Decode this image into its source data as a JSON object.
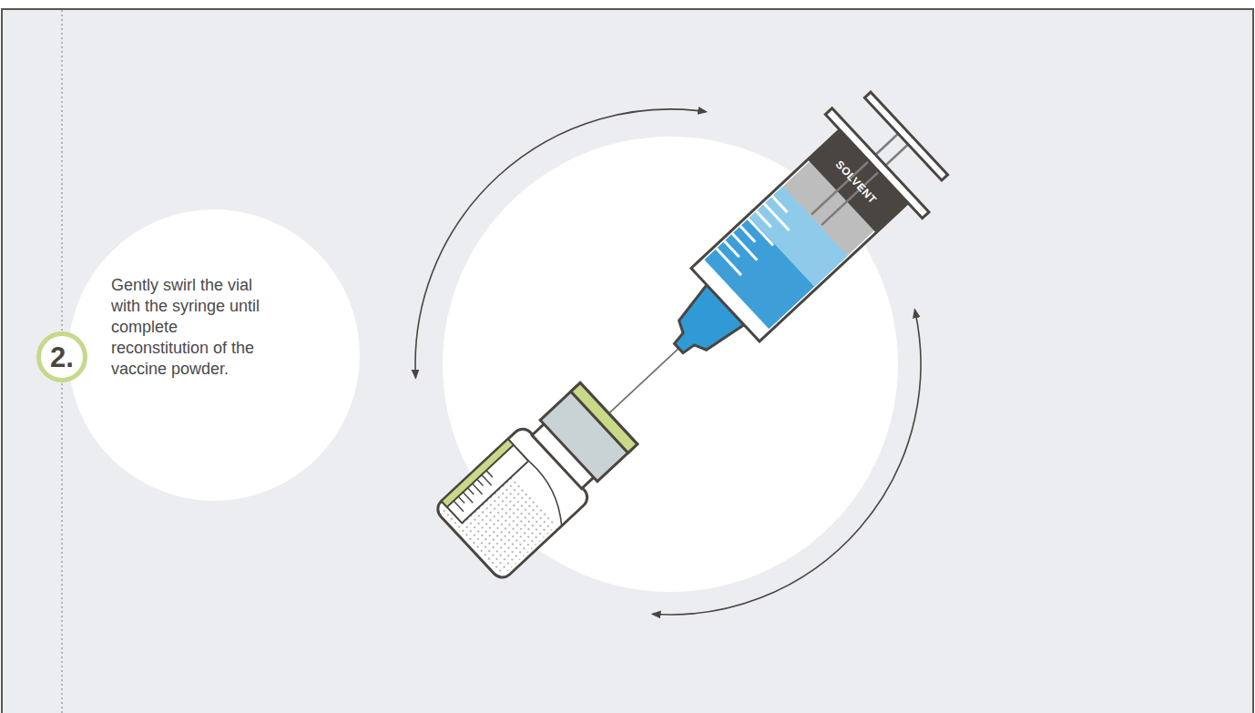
{
  "diagram": {
    "nodes": [
      {
        "text": [
          "2."
        ]
      },
      {
        "text": [
          "Gently swirl the vial with the syringe until complete reconstitution of the vaccine powder."
        ]
      }
    ],
    "labels": [
      "SOLVENT"
    ]
  }
}
